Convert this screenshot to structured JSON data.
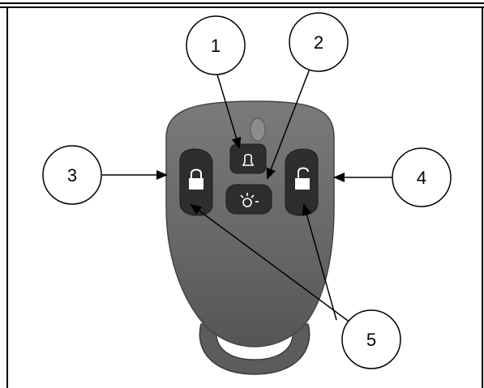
{
  "callouts": [
    {
      "id": "1",
      "label": "1"
    },
    {
      "id": "2",
      "label": "2"
    },
    {
      "id": "3",
      "label": "3"
    },
    {
      "id": "4",
      "label": "4"
    },
    {
      "id": "5",
      "label": "5"
    }
  ],
  "colors": {
    "remote_body": "#6e6e6e",
    "remote_body_dark": "#4a4a4a",
    "button": "#2e2e2e",
    "icon": "#ffffff",
    "line": "#000000"
  }
}
